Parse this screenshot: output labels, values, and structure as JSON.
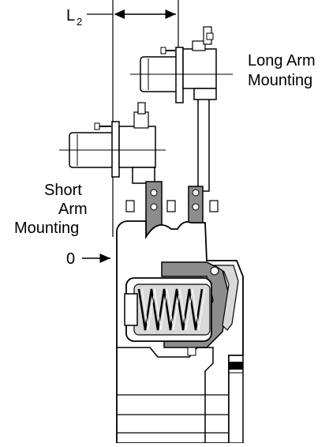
{
  "labels": {
    "l2_main": "L",
    "l2_sub": "2",
    "long_arm_line1": "Long Arm",
    "long_arm_line2": "Mounting",
    "short_arm_line1": "Short",
    "short_arm_line2": "Arm",
    "short_arm_line3": "Mounting",
    "offset_o": "0"
  },
  "colors": {
    "line": "#000000",
    "part_gray": "#8c8c8c",
    "light_gray": "#d9d9d9",
    "background": "#ffffff"
  }
}
